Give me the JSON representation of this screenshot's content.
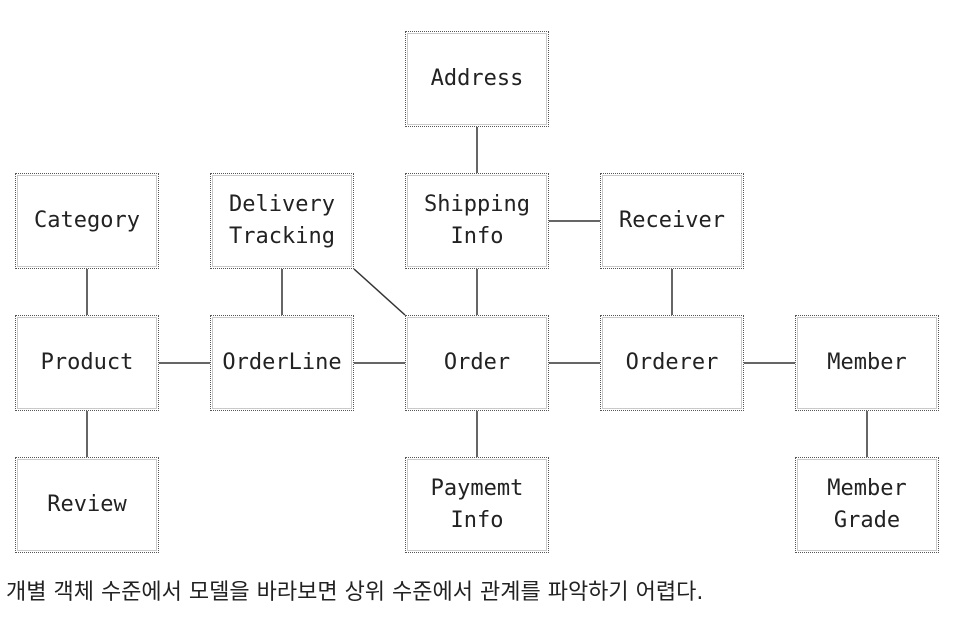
{
  "diagram": {
    "nodes": {
      "address": "Address",
      "category": "Category",
      "delivery_tracking": "Delivery\nTracking",
      "shipping_info": "Shipping\nInfo",
      "receiver": "Receiver",
      "product": "Product",
      "orderline": "OrderLine",
      "order": "Order",
      "orderer": "Orderer",
      "member": "Member",
      "review": "Review",
      "payment_info": "Paymemt\nInfo",
      "member_grade": "Member\nGrade"
    },
    "edges": [
      [
        "address",
        "shipping_info"
      ],
      [
        "shipping_info",
        "receiver"
      ],
      [
        "shipping_info",
        "order"
      ],
      [
        "delivery_tracking",
        "orderline"
      ],
      [
        "delivery_tracking",
        "order"
      ],
      [
        "receiver",
        "orderer"
      ],
      [
        "category",
        "product"
      ],
      [
        "product",
        "orderline"
      ],
      [
        "orderline",
        "order"
      ],
      [
        "order",
        "orderer"
      ],
      [
        "orderer",
        "member"
      ],
      [
        "product",
        "review"
      ],
      [
        "order",
        "payment_info"
      ],
      [
        "member",
        "member_grade"
      ]
    ],
    "line_color": "#333333"
  },
  "caption": "개별 객체 수준에서 모델을 바라보면 상위 수준에서 관계를 파악하기 어렵다."
}
